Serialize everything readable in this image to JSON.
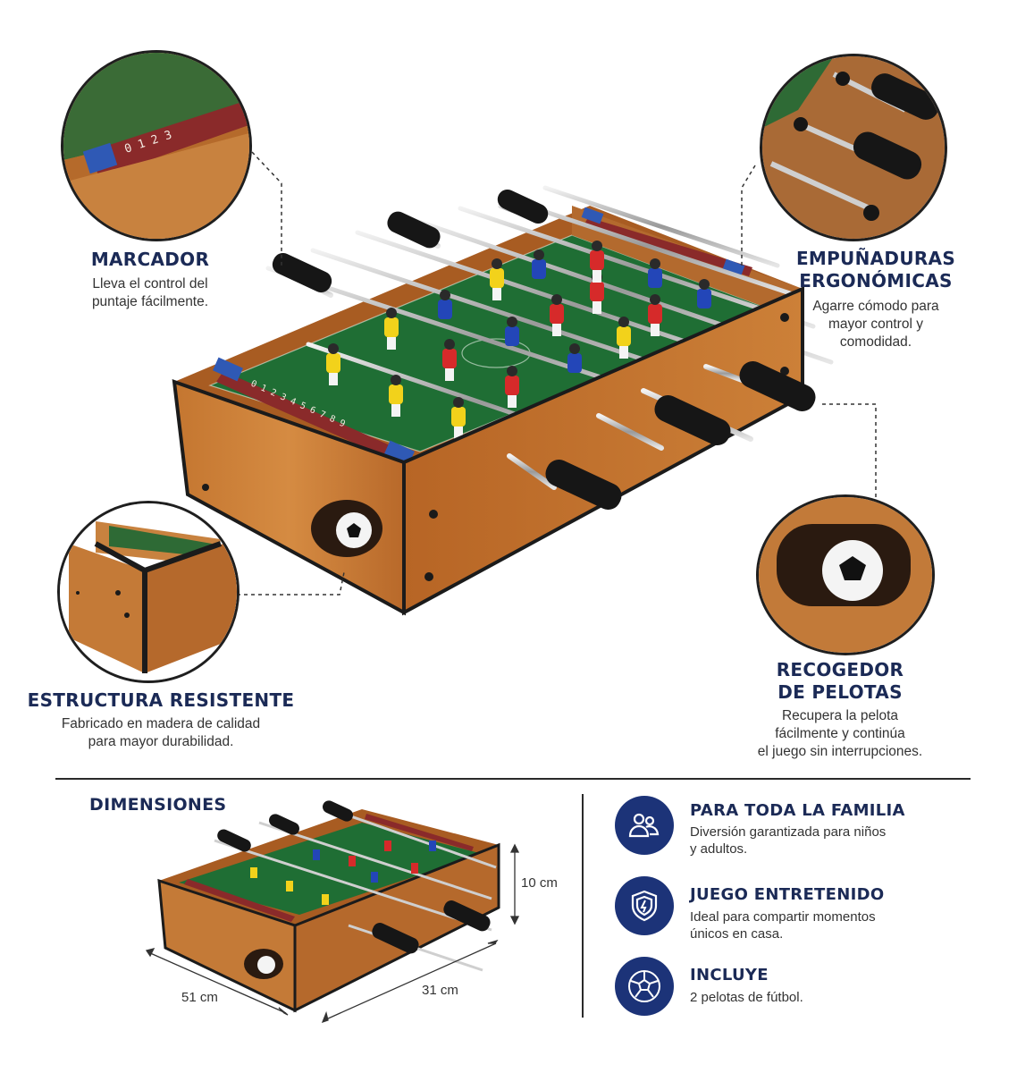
{
  "features_top": {
    "marcador": {
      "title": "MARCADOR",
      "desc_lines": [
        "Lleva el control del",
        "puntaje fácilmente."
      ]
    },
    "empunaduras": {
      "title_lines": [
        "EMPUÑADURAS",
        "ERGONÓMICAS"
      ],
      "desc_lines": [
        "Agarre cómodo para",
        "mayor control y",
        "comodidad."
      ]
    },
    "estructura": {
      "title": "ESTRUCTURA RESISTENTE",
      "desc_lines": [
        "Fabricado en madera de calidad",
        "para mayor durabilidad."
      ]
    },
    "recogedor": {
      "title_lines": [
        "RECOGEDOR",
        "DE PELOTAS"
      ],
      "desc_lines": [
        "Recupera la pelota",
        "fácilmente y continúa",
        "el juego sin interrupciones."
      ]
    }
  },
  "scoreboard_digits": "0 1 2 3 4 5 6 7 8 9",
  "dimensions": {
    "title": "DIMENSIONES",
    "height": "10 cm",
    "length": "51 cm",
    "width": "31 cm"
  },
  "features_bottom": [
    {
      "icon": "family-icon",
      "title": "PARA TODA LA FAMILIA",
      "desc_lines": [
        "Diversión garantizada para niños",
        "y adultos."
      ]
    },
    {
      "icon": "shield-icon",
      "title": "JUEGO ENTRETENIDO",
      "desc_lines": [
        "Ideal para compartir momentos",
        "únicos en casa."
      ]
    },
    {
      "icon": "soccer-ball-icon",
      "title": "INCLUYE",
      "desc_lines": [
        "2 pelotas de fútbol."
      ]
    }
  ],
  "colors": {
    "heading": "#1b2a56",
    "icon_bg": "#1c3378",
    "wood": "#c77a32",
    "field": "#1f6e34",
    "score_bar": "#8a2a2a"
  }
}
